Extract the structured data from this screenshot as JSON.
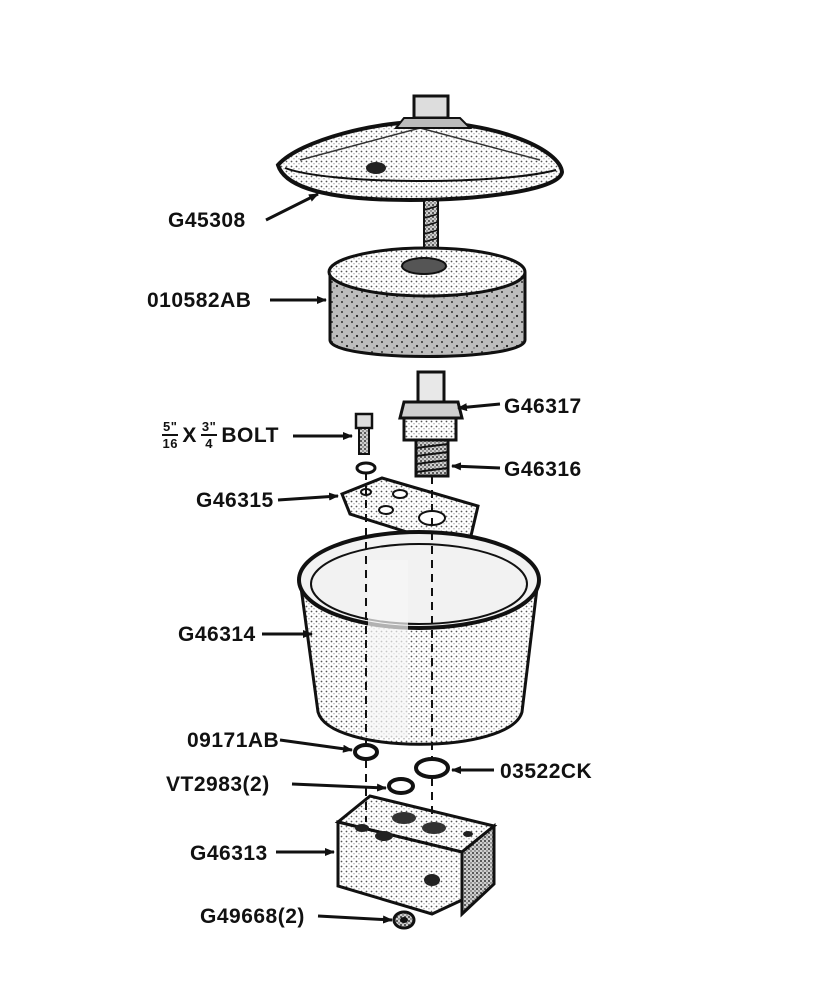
{
  "labels": {
    "cover": "G45308",
    "element": "010582AB",
    "bolt_num1": "5\"",
    "bolt_den1": "16",
    "bolt_x": "X",
    "bolt_num2": "3\"",
    "bolt_den2": "4",
    "bolt_word": "BOLT",
    "fitting_top": "G46317",
    "fitting_bottom": "G46316",
    "plate": "G46315",
    "bowl": "G46314",
    "small_seal": "09171AB",
    "large_seal": "03522CK",
    "gasket": "VT2983(2)",
    "base": "G46313",
    "plug": "G49668(2)"
  },
  "colors": {
    "ink": "#111111",
    "stipple": "#9a9a9a",
    "paper": "#ffffff"
  }
}
